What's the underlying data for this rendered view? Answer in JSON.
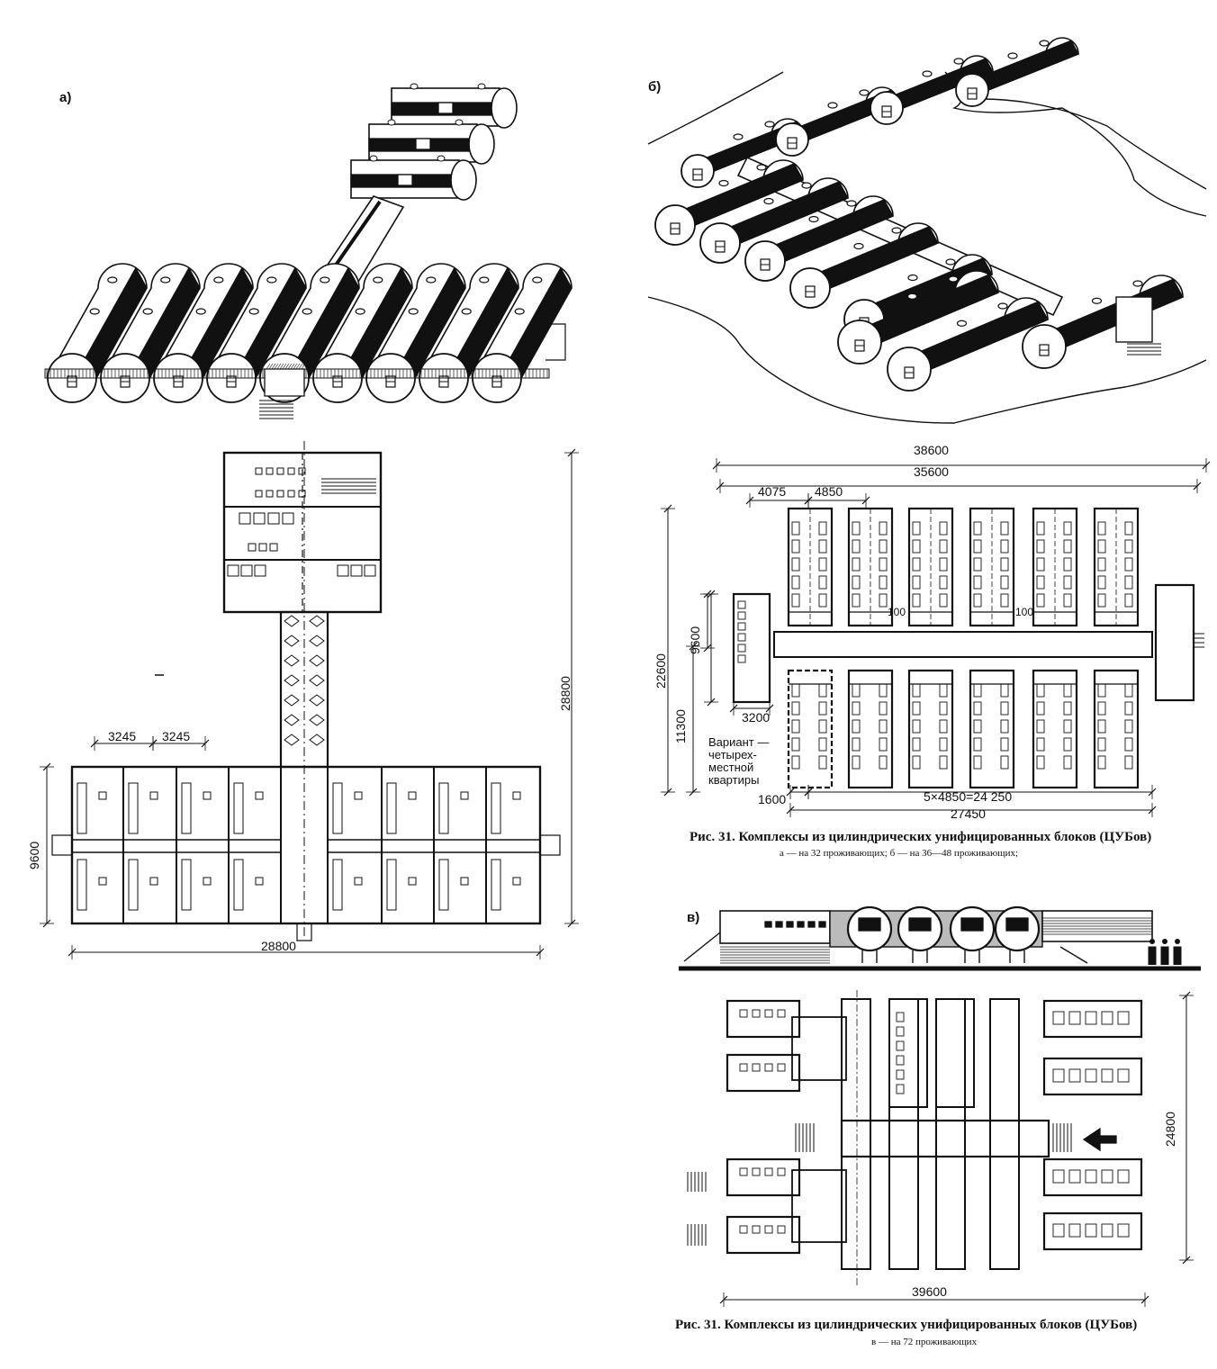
{
  "panel_a": {
    "letter": "а)",
    "dims": {
      "width_top": "3245",
      "width_top2": "3245",
      "height_right": "28800",
      "height_left": "9600",
      "width_bottom": "28800"
    }
  },
  "panel_b": {
    "letter": "б)",
    "dims": {
      "total_width": "38600",
      "inner_width": "35600",
      "d4075": "4075",
      "d4850": "4850",
      "height_total": "22600",
      "height_9600": "9600",
      "height_11300": "11300",
      "d3200": "3200",
      "d1600": "1600",
      "row_sum": "5×4850=24 250",
      "row_total": "27450",
      "gap1": "100",
      "gap2": "100"
    },
    "variant_note": "Вариант —\nчетырех-\nместной\nквартиры"
  },
  "caption1": {
    "title": "Рис. 31. Комплексы из цилиндрических унифицированных блоков (ЦУБов)",
    "sub": "а — на 32 проживающих; б — на 36—48 проживающих;"
  },
  "panel_c": {
    "letter": "в)",
    "dims": {
      "height": "24800",
      "width": "39600"
    }
  },
  "caption2": {
    "title": "Рис. 31. Комплексы из цилиндрических унифицированных блоков (ЦУБов)",
    "sub": "в — на 72 проживающих"
  },
  "colors": {
    "ink": "#111111",
    "paper": "#ffffff"
  }
}
